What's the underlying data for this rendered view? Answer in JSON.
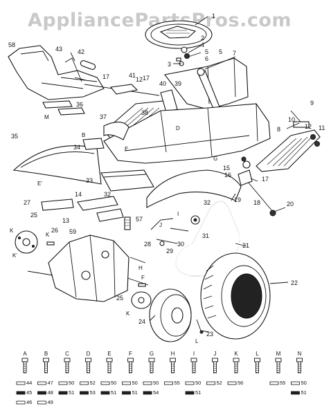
{
  "watermark": "AppliancePartsPros.com",
  "callouts": [
    {
      "id": "c1",
      "text": "1"
    },
    {
      "id": "c2",
      "text": "2"
    },
    {
      "id": "c3",
      "text": "3"
    },
    {
      "id": "c4",
      "text": "4"
    },
    {
      "id": "c5a",
      "text": "5"
    },
    {
      "id": "c5b",
      "text": "5"
    },
    {
      "id": "c6",
      "text": "6"
    },
    {
      "id": "c7",
      "text": "7"
    },
    {
      "id": "c8",
      "text": "8"
    },
    {
      "id": "c9",
      "text": "9"
    },
    {
      "id": "c10",
      "text": "10"
    },
    {
      "id": "c11",
      "text": "11"
    },
    {
      "id": "c12a",
      "text": "12"
    },
    {
      "id": "c12b",
      "text": "12"
    },
    {
      "id": "c13",
      "text": "13"
    },
    {
      "id": "c14",
      "text": "14"
    },
    {
      "id": "c15",
      "text": "15"
    },
    {
      "id": "c16",
      "text": "16"
    },
    {
      "id": "c17a",
      "text": "17"
    },
    {
      "id": "c17b",
      "text": "17"
    },
    {
      "id": "c17c",
      "text": "17"
    },
    {
      "id": "c18",
      "text": "18"
    },
    {
      "id": "c19",
      "text": "19"
    },
    {
      "id": "c20",
      "text": "20"
    },
    {
      "id": "c21",
      "text": "21"
    },
    {
      "id": "c22",
      "text": "22"
    },
    {
      "id": "c23",
      "text": "23"
    },
    {
      "id": "c24",
      "text": "24"
    },
    {
      "id": "c25a",
      "text": "25"
    },
    {
      "id": "c25b",
      "text": "25"
    },
    {
      "id": "c26",
      "text": "26"
    },
    {
      "id": "c27",
      "text": "27"
    },
    {
      "id": "c28",
      "text": "28"
    },
    {
      "id": "c29",
      "text": "29"
    },
    {
      "id": "c30",
      "text": "30"
    },
    {
      "id": "c31",
      "text": "31"
    },
    {
      "id": "c32a",
      "text": "32"
    },
    {
      "id": "c32b",
      "text": "32"
    },
    {
      "id": "c33",
      "text": "33"
    },
    {
      "id": "c34",
      "text": "34"
    },
    {
      "id": "c35",
      "text": "35"
    },
    {
      "id": "c36",
      "text": "36"
    },
    {
      "id": "c37",
      "text": "37"
    },
    {
      "id": "c38",
      "text": "38"
    },
    {
      "id": "c39",
      "text": "39"
    },
    {
      "id": "c40",
      "text": "40"
    },
    {
      "id": "c41",
      "text": "41"
    },
    {
      "id": "c42",
      "text": "42"
    },
    {
      "id": "c43",
      "text": "43"
    },
    {
      "id": "c57",
      "text": "57"
    },
    {
      "id": "c58",
      "text": "58"
    },
    {
      "id": "c59",
      "text": "59"
    }
  ],
  "letters": [
    {
      "id": "lM",
      "text": "M"
    },
    {
      "id": "lB",
      "text": "B"
    },
    {
      "id": "lG",
      "text": "G"
    },
    {
      "id": "lD",
      "text": "D"
    },
    {
      "id": "lE1",
      "text": "E"
    },
    {
      "id": "lE2",
      "text": "E'"
    },
    {
      "id": "lK1",
      "text": "K"
    },
    {
      "id": "lK2",
      "text": "K"
    },
    {
      "id": "lK3",
      "text": "K'"
    },
    {
      "id": "lK4",
      "text": "K"
    },
    {
      "id": "lH",
      "text": "H"
    },
    {
      "id": "lF",
      "text": "F"
    },
    {
      "id": "lL",
      "text": "L"
    },
    {
      "id": "lI",
      "text": "I"
    },
    {
      "id": "lJ",
      "text": "J"
    }
  ],
  "hardware_legend": {
    "columns": [
      {
        "letter": "A",
        "items": [
          "44",
          "45",
          "46"
        ]
      },
      {
        "letter": "B",
        "items": [
          "47",
          "48",
          "49"
        ]
      },
      {
        "letter": "C",
        "items": [
          "50",
          "51"
        ]
      },
      {
        "letter": "D",
        "items": [
          "52",
          "53"
        ]
      },
      {
        "letter": "E",
        "items": [
          "50",
          "51"
        ]
      },
      {
        "letter": "F",
        "items": [
          "50",
          "51"
        ]
      },
      {
        "letter": "G",
        "items": [
          "50",
          "54"
        ]
      },
      {
        "letter": "H",
        "items": [
          "55"
        ]
      },
      {
        "letter": "I",
        "items": [
          "50",
          "51"
        ]
      },
      {
        "letter": "J",
        "items": [
          "52"
        ]
      },
      {
        "letter": "K",
        "items": [
          "56"
        ]
      },
      {
        "letter": "L",
        "items": []
      },
      {
        "letter": "M",
        "items": [
          "55"
        ]
      },
      {
        "letter": "N",
        "items": [
          "50",
          "51"
        ]
      }
    ]
  }
}
